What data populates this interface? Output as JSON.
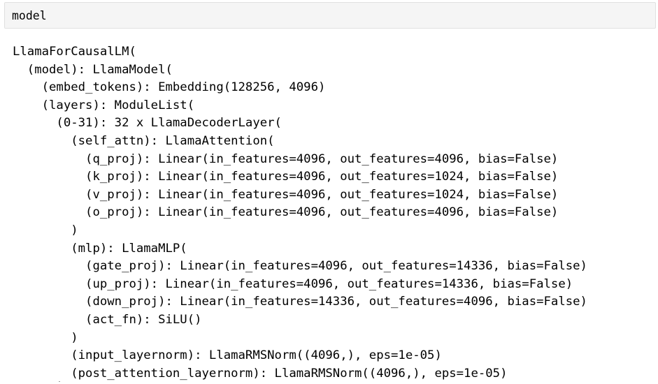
{
  "input_cell": {
    "code": "model"
  },
  "output": {
    "lines": [
      "LlamaForCausalLM(",
      "  (model): LlamaModel(",
      "    (embed_tokens): Embedding(128256, 4096)",
      "    (layers): ModuleList(",
      "      (0-31): 32 x LlamaDecoderLayer(",
      "        (self_attn): LlamaAttention(",
      "          (q_proj): Linear(in_features=4096, out_features=4096, bias=False)",
      "          (k_proj): Linear(in_features=4096, out_features=1024, bias=False)",
      "          (v_proj): Linear(in_features=4096, out_features=1024, bias=False)",
      "          (o_proj): Linear(in_features=4096, out_features=4096, bias=False)",
      "        )",
      "        (mlp): LlamaMLP(",
      "          (gate_proj): Linear(in_features=4096, out_features=14336, bias=False)",
      "          (up_proj): Linear(in_features=4096, out_features=14336, bias=False)",
      "          (down_proj): Linear(in_features=14336, out_features=4096, bias=False)",
      "          (act_fn): SiLU()",
      "        )",
      "        (input_layernorm): LlamaRMSNorm((4096,), eps=1e-05)",
      "        (post_attention_layernorm): LlamaRMSNorm((4096,), eps=1e-05)"
    ]
  }
}
